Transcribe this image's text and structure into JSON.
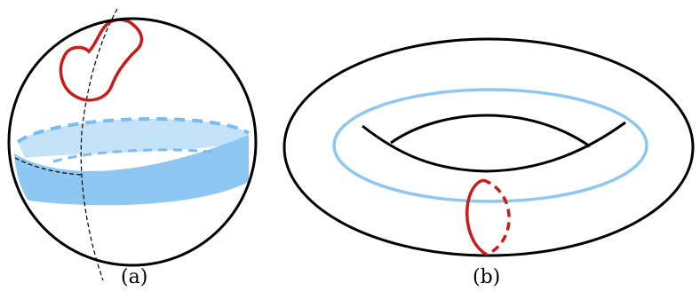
{
  "panels": [
    {
      "id": "a",
      "caption": "(a)",
      "surface": "sphere"
    },
    {
      "id": "b",
      "caption": "(b)",
      "surface": "torus"
    }
  ],
  "colors": {
    "outline": "#000000",
    "red_loop": "#cc1a1a",
    "blue_band": "#8ec8f2",
    "blue_band_light": "#c4e2f8",
    "blue_dash": "#7bbcf0",
    "blue_loop": "#8ec8f2"
  }
}
